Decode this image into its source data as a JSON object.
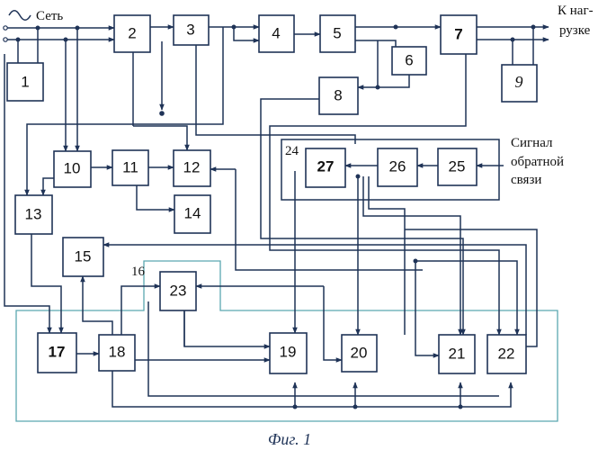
{
  "diagram": {
    "labels": {
      "mains": "Сеть",
      "load_line1": "К наг-",
      "load_line2": "рузке",
      "feedback_line1": "Сигнал",
      "feedback_line2": "обратной",
      "feedback_line3": "связи",
      "callout_16": "16",
      "callout_24": "24"
    },
    "caption": "Фиг. 1",
    "blocks": [
      {
        "id": "b1",
        "label": "1"
      },
      {
        "id": "b2",
        "label": "2"
      },
      {
        "id": "b3",
        "label": "3"
      },
      {
        "id": "b4",
        "label": "4"
      },
      {
        "id": "b5",
        "label": "5"
      },
      {
        "id": "b6",
        "label": "6"
      },
      {
        "id": "b7",
        "label": "7"
      },
      {
        "id": "b8",
        "label": "8"
      },
      {
        "id": "b9",
        "label": "9"
      },
      {
        "id": "b10",
        "label": "10"
      },
      {
        "id": "b11",
        "label": "11"
      },
      {
        "id": "b12",
        "label": "12"
      },
      {
        "id": "b13",
        "label": "13"
      },
      {
        "id": "b14",
        "label": "14"
      },
      {
        "id": "b15",
        "label": "15"
      },
      {
        "id": "b17",
        "label": "17"
      },
      {
        "id": "b18",
        "label": "18"
      },
      {
        "id": "b19",
        "label": "19"
      },
      {
        "id": "b20",
        "label": "20"
      },
      {
        "id": "b21",
        "label": "21"
      },
      {
        "id": "b22",
        "label": "22"
      },
      {
        "id": "b23",
        "label": "23"
      },
      {
        "id": "b25",
        "label": "25"
      },
      {
        "id": "b26",
        "label": "26"
      },
      {
        "id": "b27",
        "label": "27"
      }
    ]
  }
}
